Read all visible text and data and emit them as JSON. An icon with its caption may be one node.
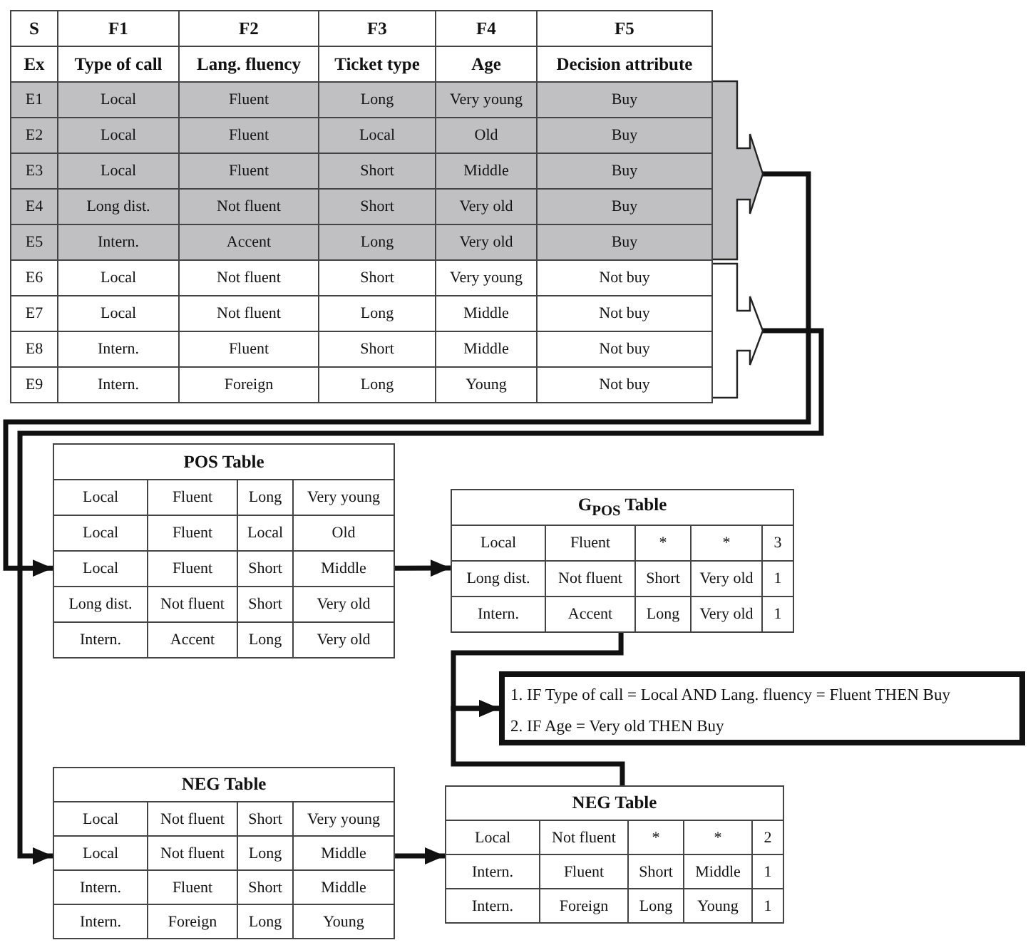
{
  "diagram": {
    "nodes": [
      {
        "text": [
          "S",
          "F1",
          "F2",
          "F3",
          "F4",
          "F5",
          "Ex",
          "Type of call",
          "Lang. fluency",
          "Ticket type",
          "Age",
          "Decision attribute",
          "E1",
          "Local",
          "Fluent",
          "Long",
          "Very young",
          "Buy",
          "E2",
          "Local",
          "Fluent",
          "Local",
          "Old",
          "Buy",
          "E3",
          "Local",
          "Fluent",
          "Short",
          "Middle",
          "Buy",
          "E4",
          "Long dist.",
          "Not fluent",
          "Short",
          "Very old",
          "Buy",
          "E5",
          "Intern.",
          "Accent",
          "Long",
          "Very old",
          "Buy",
          "E6",
          "Local",
          "Not fluent",
          "Short",
          "Very young",
          "Not buy",
          "E7",
          "Local",
          "Not fluent",
          "Long",
          "Middle",
          "Not buy",
          "E8",
          "Intern.",
          "Fluent",
          "Short",
          "Middle",
          "Not buy",
          "E9",
          "Intern.",
          "Foreign",
          "Long",
          "Young",
          "Not buy"
        ]
      },
      {
        "text": [],
        "shape": "bracket"
      },
      {
        "text": [],
        "shape": "bracket"
      },
      {
        "text": [
          "POS Table",
          "Local",
          "Fluent",
          "Long",
          "Very young",
          "Local",
          "Fluent",
          "Local",
          "Old",
          "Local",
          "Fluent",
          "Short",
          "Middle",
          "Long dist.",
          "Not fluent",
          "Short",
          "Very old",
          "Intern.",
          "Accent",
          "Long",
          "Very old"
        ]
      },
      {
        "text": [
          "G$_{POS}$ Table",
          "Local",
          "Fluent",
          "*",
          "*",
          "3",
          "Long dist.",
          "Not fluent",
          "Short",
          "Very old",
          "1",
          "Intern.",
          "Accent",
          "Long",
          "Very old",
          "1"
        ]
      },
      {
        "text": [
          "1. IF  Type of call = Local AND Lang. fluency = Fluent THEN Buy",
          "2. IF  Age = Very old THEN Buy"
        ]
      },
      {
        "text": [
          "NEG Table",
          "Local",
          "Not fluent",
          "Short",
          "Very young",
          "Local",
          "Not fluent",
          "Long",
          "Middle",
          "Intern.",
          "Fluent",
          "Short",
          "Middle",
          "Intern.",
          "Foreign",
          "Long",
          "Young"
        ]
      },
      {
        "text": [
          "NEG Table",
          "Local",
          "Not fluent",
          "*",
          "*",
          "2",
          "Intern.",
          "Fluent",
          "Short",
          "Middle",
          "1",
          "Intern.",
          "Foreign",
          "Long",
          "Young",
          "1"
        ]
      }
    ],
    "edges": [
      {
        "from": 1,
        "to": 3,
        "arrow": "to"
      },
      {
        "from": 2,
        "to": 6,
        "arrow": "to"
      },
      {
        "from": 3,
        "to": 4,
        "arrow": "to"
      },
      {
        "from": 6,
        "to": 7,
        "arrow": "to"
      },
      {
        "from": 4,
        "to": 5,
        "arrow": "to"
      },
      {
        "from": 7,
        "to": 5,
        "arrow": "to"
      }
    ]
  }
}
